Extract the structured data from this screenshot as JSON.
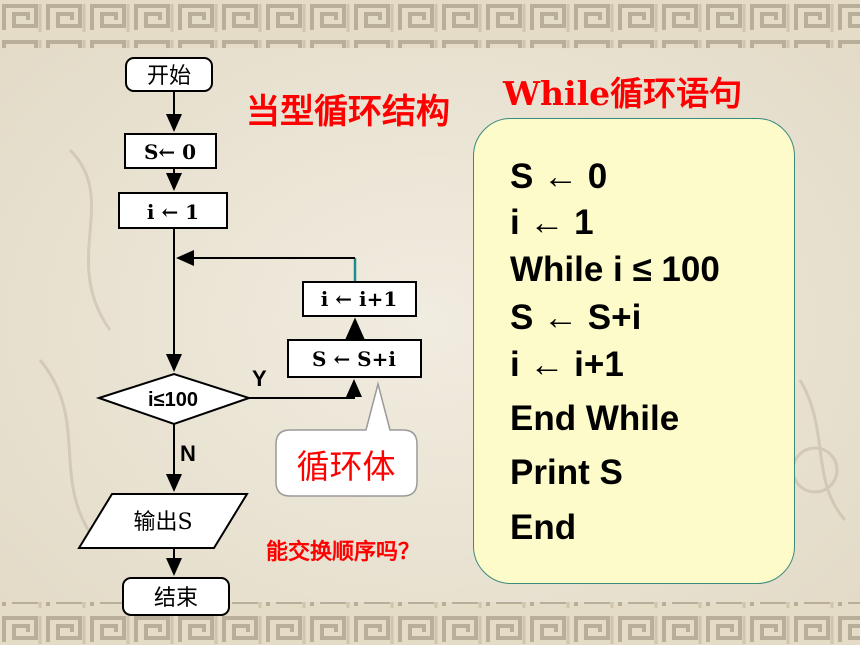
{
  "slide": {
    "left_title": "当型循环结构",
    "right_title": "While循环语句",
    "question": "能交换顺序吗？"
  },
  "flowchart": {
    "start": "开始",
    "init_s": "S← 0",
    "init_i": "i ← 1",
    "increment": "i ← i+1",
    "accumulate": "S ← S+i",
    "condition": "i≤100",
    "yes_label": "Y",
    "no_label": "N",
    "output": "输出S",
    "end": "结束",
    "callout": "循环体"
  },
  "code": {
    "lines": [
      "S ← 0",
      "i ← 1",
      "While  i ≤ 100",
      "S ← S+i",
      "i ← i+1",
      "End While",
      "Print  S",
      "End"
    ]
  },
  "colors": {
    "title_red": "#ff0000",
    "code_bg": "#fcfbc9",
    "code_border": "#3a8a7e",
    "loop_line_teal": "#1e8c8c",
    "border_pattern": "#b9ae97"
  }
}
